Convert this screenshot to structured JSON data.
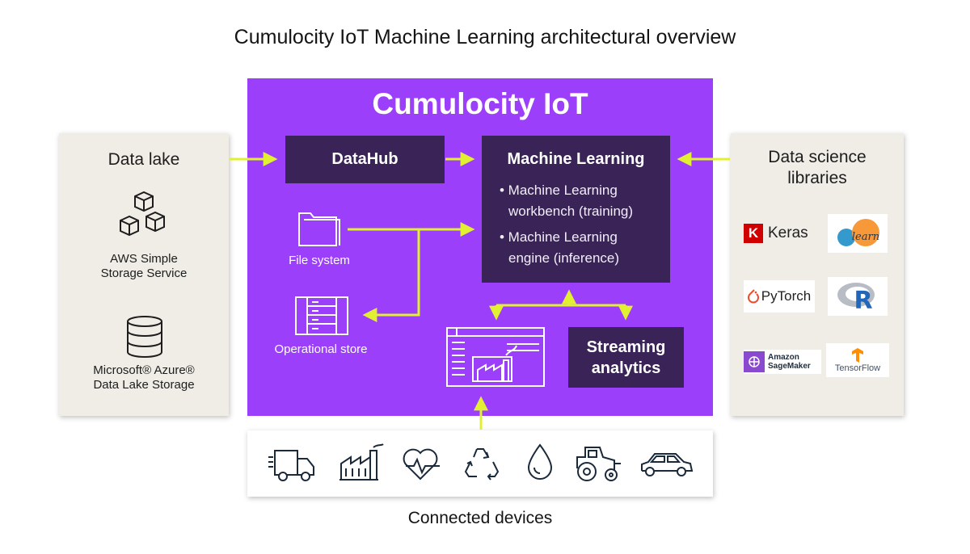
{
  "title": "Cumulocity IoT Machine Learning architectural overview",
  "colors": {
    "platform_purple": "#9b3ffa",
    "dark_box": "#3a2457",
    "arrow_yellow": "#e2f032",
    "side_panel": "#efede6"
  },
  "data_lake": {
    "heading": "Data lake",
    "aws_line1": "AWS Simple",
    "aws_line2": "Storage Service",
    "azure_line1": "Microsoft® Azure®",
    "azure_line2": "Data Lake Storage"
  },
  "platform": {
    "title": "Cumulocity IoT",
    "datahub": "DataHub",
    "file_system": "File system",
    "operational_store": "Operational store",
    "ml_title": "Machine Learning",
    "ml_b1_line1": "• Machine Learning",
    "ml_b1_line2": "workbench (training)",
    "ml_b2_line1": "• Machine Learning",
    "ml_b2_line2": "engine (inference)",
    "streaming_line1": "Streaming",
    "streaming_line2": "analytics"
  },
  "libraries": {
    "heading_line1": "Data science",
    "heading_line2": "libraries",
    "keras": "Keras",
    "sklearn": "learn",
    "pytorch": "PyTorch",
    "r": "R",
    "sagemaker_line1": "Amazon",
    "sagemaker_line2": "SageMaker",
    "tensorflow": "TensorFlow"
  },
  "devices": {
    "label": "Connected devices",
    "icons": [
      "truck-icon",
      "factory-icon",
      "heart-pulse-icon",
      "recycle-icon",
      "water-drop-icon",
      "tractor-icon",
      "car-icon"
    ]
  }
}
